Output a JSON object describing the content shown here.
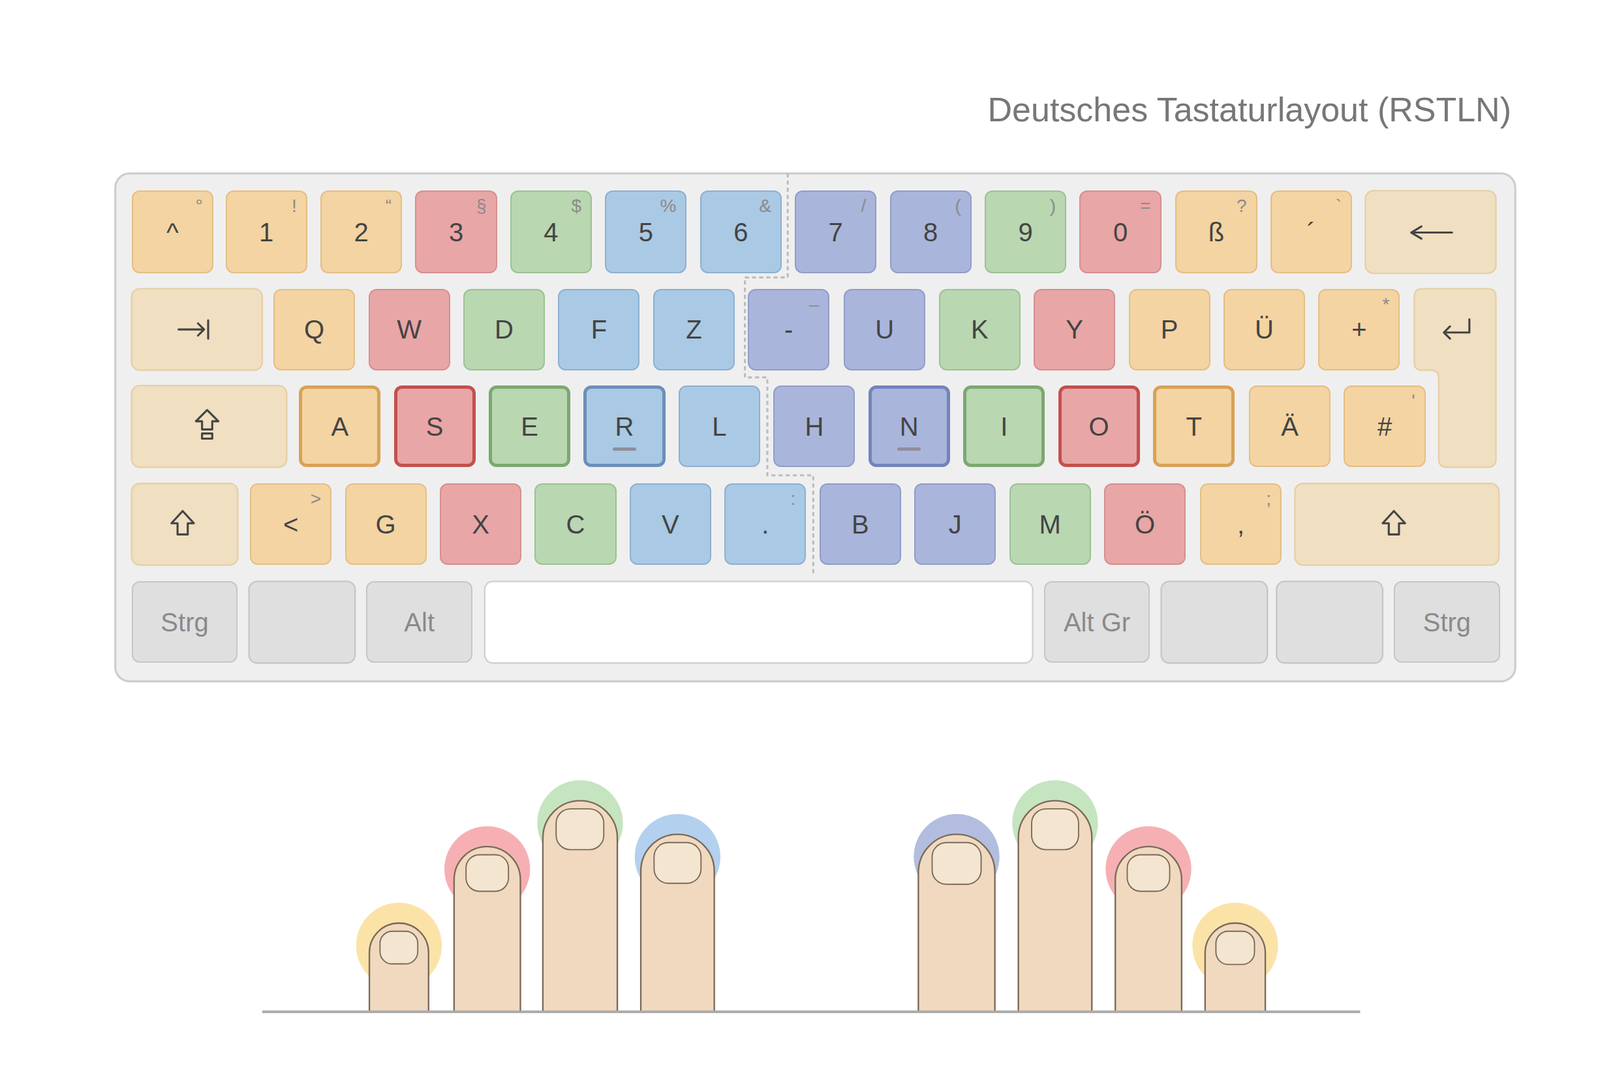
{
  "diagram": {
    "title": "Deutsches Tastaturlayout (RSTLN)",
    "nodes": [
      {
        "text": [
          "^",
          "°"
        ]
      },
      {
        "text": [
          "1",
          "!"
        ]
      },
      {
        "text": [
          "2",
          "“"
        ]
      },
      {
        "text": [
          "3",
          "§"
        ]
      },
      {
        "text": [
          "4",
          "$"
        ]
      },
      {
        "text": [
          "5",
          "%"
        ]
      },
      {
        "text": [
          "6",
          "&"
        ]
      },
      {
        "text": [
          "7",
          "/"
        ]
      },
      {
        "text": [
          "8",
          "("
        ]
      },
      {
        "text": [
          "9",
          ")"
        ]
      },
      {
        "text": [
          "0",
          "="
        ]
      },
      {
        "text": [
          "ß",
          "?"
        ]
      },
      {
        "text": [
          "´",
          "`"
        ]
      },
      {
        "text": [
          "Q"
        ]
      },
      {
        "text": [
          "W"
        ]
      },
      {
        "text": [
          "D"
        ]
      },
      {
        "text": [
          "F"
        ]
      },
      {
        "text": [
          "Z"
        ]
      },
      {
        "text": [
          "-",
          "–"
        ]
      },
      {
        "text": [
          "U"
        ]
      },
      {
        "text": [
          "K"
        ]
      },
      {
        "text": [
          "Y"
        ]
      },
      {
        "text": [
          "P"
        ]
      },
      {
        "text": [
          "Ü"
        ]
      },
      {
        "text": [
          "+",
          "*"
        ]
      },
      {
        "text": [
          "A"
        ]
      },
      {
        "text": [
          "S"
        ]
      },
      {
        "text": [
          "E"
        ]
      },
      {
        "text": [
          "R"
        ]
      },
      {
        "text": [
          "L"
        ]
      },
      {
        "text": [
          "H"
        ]
      },
      {
        "text": [
          "N"
        ]
      },
      {
        "text": [
          "I"
        ]
      },
      {
        "text": [
          "O"
        ]
      },
      {
        "text": [
          "T"
        ]
      },
      {
        "text": [
          "Ä"
        ]
      },
      {
        "text": [
          "#",
          "'"
        ]
      },
      {
        "text": [
          "<",
          ">"
        ]
      },
      {
        "text": [
          "G"
        ]
      },
      {
        "text": [
          "X"
        ]
      },
      {
        "text": [
          "C"
        ]
      },
      {
        "text": [
          "V"
        ]
      },
      {
        "text": [
          ".",
          ":"
        ]
      },
      {
        "text": [
          "B"
        ]
      },
      {
        "text": [
          "J"
        ]
      },
      {
        "text": [
          "M"
        ]
      },
      {
        "text": [
          "Ö"
        ]
      },
      {
        "text": [
          ",",
          ";"
        ]
      },
      {
        "text": [
          "Strg"
        ]
      },
      {
        "text": [
          "Alt"
        ]
      },
      {
        "text": [
          "Alt Gr"
        ]
      },
      {
        "text": [
          "Strg"
        ]
      }
    ]
  }
}
